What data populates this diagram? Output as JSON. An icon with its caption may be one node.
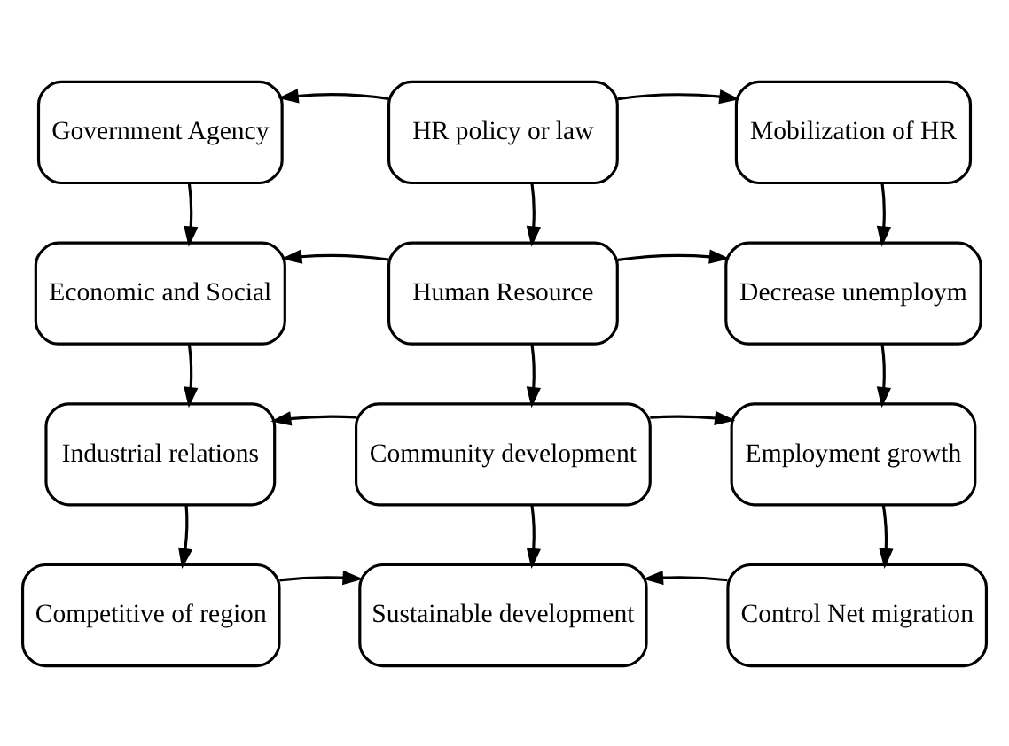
{
  "diagram": {
    "nodes": [
      {
        "text": [
          "Government Agency"
        ]
      },
      {
        "text": [
          "HR policy or law"
        ]
      },
      {
        "text": [
          "Mobilization of HR"
        ]
      },
      {
        "text": [
          "Economic and Social"
        ]
      },
      {
        "text": [
          "Human Resource"
        ]
      },
      {
        "text": [
          "Decrease unemploym"
        ]
      },
      {
        "text": [
          "Industrial relations"
        ]
      },
      {
        "text": [
          "Community development"
        ]
      },
      {
        "text": [
          "Employment growth"
        ]
      },
      {
        "text": [
          "Competitive of region"
        ]
      },
      {
        "text": [
          "Sustainable development"
        ]
      },
      {
        "text": [
          "Control Net migration"
        ]
      }
    ],
    "edges": [
      {
        "from": 1,
        "to": 0,
        "arrow": "to"
      },
      {
        "from": 1,
        "to": 2,
        "arrow": "to"
      },
      {
        "from": 0,
        "to": 3,
        "arrow": "to"
      },
      {
        "from": 1,
        "to": 4,
        "arrow": "to"
      },
      {
        "from": 2,
        "to": 5,
        "arrow": "to"
      },
      {
        "from": 4,
        "to": 3,
        "arrow": "to"
      },
      {
        "from": 4,
        "to": 5,
        "arrow": "to"
      },
      {
        "from": 3,
        "to": 6,
        "arrow": "to"
      },
      {
        "from": 4,
        "to": 7,
        "arrow": "to"
      },
      {
        "from": 5,
        "to": 8,
        "arrow": "to"
      },
      {
        "from": 7,
        "to": 6,
        "arrow": "to"
      },
      {
        "from": 7,
        "to": 8,
        "arrow": "to"
      },
      {
        "from": 6,
        "to": 9,
        "arrow": "to"
      },
      {
        "from": 7,
        "to": 10,
        "arrow": "to"
      },
      {
        "from": 8,
        "to": 11,
        "arrow": "to"
      },
      {
        "from": 9,
        "to": 10,
        "arrow": "to"
      },
      {
        "from": 11,
        "to": 10,
        "arrow": "to"
      }
    ]
  }
}
